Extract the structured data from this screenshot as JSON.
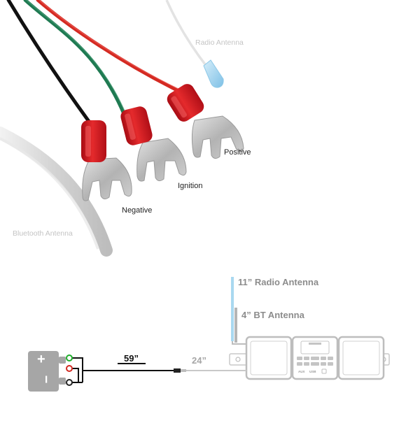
{
  "photo": {
    "labels": {
      "radio_antenna": "Radio Antenna",
      "positive": "Positive",
      "ignition": "Ignition",
      "negative": "Negative",
      "bluetooth_antenna": "Bluetooth Antenna"
    },
    "wire_colors": {
      "black": "#111111",
      "green": "#1f7a52",
      "red": "#d42a22",
      "terminal_red": "#c8141e",
      "metal": "#bcbcbc"
    }
  },
  "diagram": {
    "radio_antenna_label": "11” Radio Antenna",
    "bt_antenna_label": "4” BT Antenna",
    "length_main": "59”",
    "length_secondary": "24”",
    "battery_plus": "+",
    "battery_minus": "−",
    "unit_button_aux": "AUX",
    "unit_button_usb": "USB",
    "colors": {
      "ghost_gray": "#bdbdbd",
      "battery": "#a6a6a6",
      "green_dot": "#1fae2a",
      "red_dot": "#d22a22",
      "antenna_blue": "#a9d8f0"
    }
  }
}
